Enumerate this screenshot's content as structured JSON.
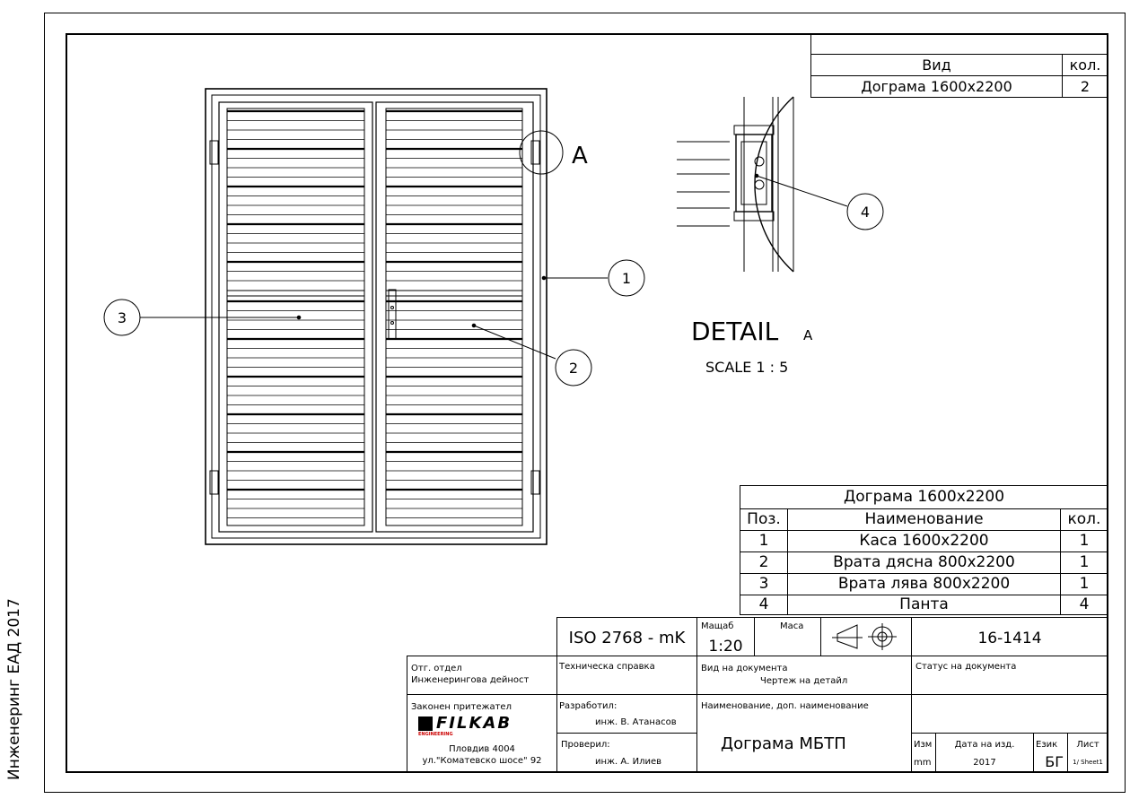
{
  "side_label": "Инженеринг ЕАД 2017",
  "top_table": {
    "headers": [
      "Вид",
      "кол."
    ],
    "rows": [
      [
        "Дограма 1600x2200",
        "2"
      ]
    ]
  },
  "detail": {
    "letter": "A",
    "title": "DETAIL",
    "title_suffix": "A",
    "scale": "SCALE 1 : 5"
  },
  "balloons": [
    "1",
    "2",
    "3",
    "4"
  ],
  "bom": {
    "title": "Дограма 1600x2200",
    "headers": [
      "Поз.",
      "Наименование",
      "кол."
    ],
    "rows": [
      [
        "1",
        "Каса 1600x2200",
        "1"
      ],
      [
        "2",
        "Врата дясна 800x2200",
        "1"
      ],
      [
        "3",
        "Врата лява 800x2200",
        "1"
      ],
      [
        "4",
        "Панта",
        "4"
      ]
    ]
  },
  "title_block": {
    "tolerance": "ISO 2768 - mK",
    "scale_label": "Мащаб",
    "scale_value": "1:20",
    "mass_label": "Маса",
    "drawing_no": "16-1414",
    "dept_label": "Отг. отдел",
    "dept_value": "Инженерингова дейност",
    "tech_ref": "Техническа справка",
    "doc_type_label": "Вид на документа",
    "doc_type_value": "Чертеж на детайл",
    "doc_status_label": "Статус на документа",
    "owner_label": "Законен притежател",
    "logo_text": "FILKAB",
    "logo_sub": "ENGINEERING",
    "address_1": "Пловдив 4004",
    "address_2": "ул.\"Коматевско шосе\" 92",
    "designed_label": "Разработил:",
    "designed_by": "инж. В. Атанасов",
    "checked_label": "Проверил:",
    "checked_by": "инж. А. Илиев",
    "name_label": "Наименование, доп. наименование",
    "name_value": "Дограма МБТП",
    "rev_label": "Изм",
    "rev_value": "mm",
    "date_label": "Дата на изд.",
    "date_value": "2017",
    "lang_label": "Език",
    "lang_value": "БГ",
    "sheet_label": "Лист",
    "sheet_value": "1/ Sheet1"
  }
}
